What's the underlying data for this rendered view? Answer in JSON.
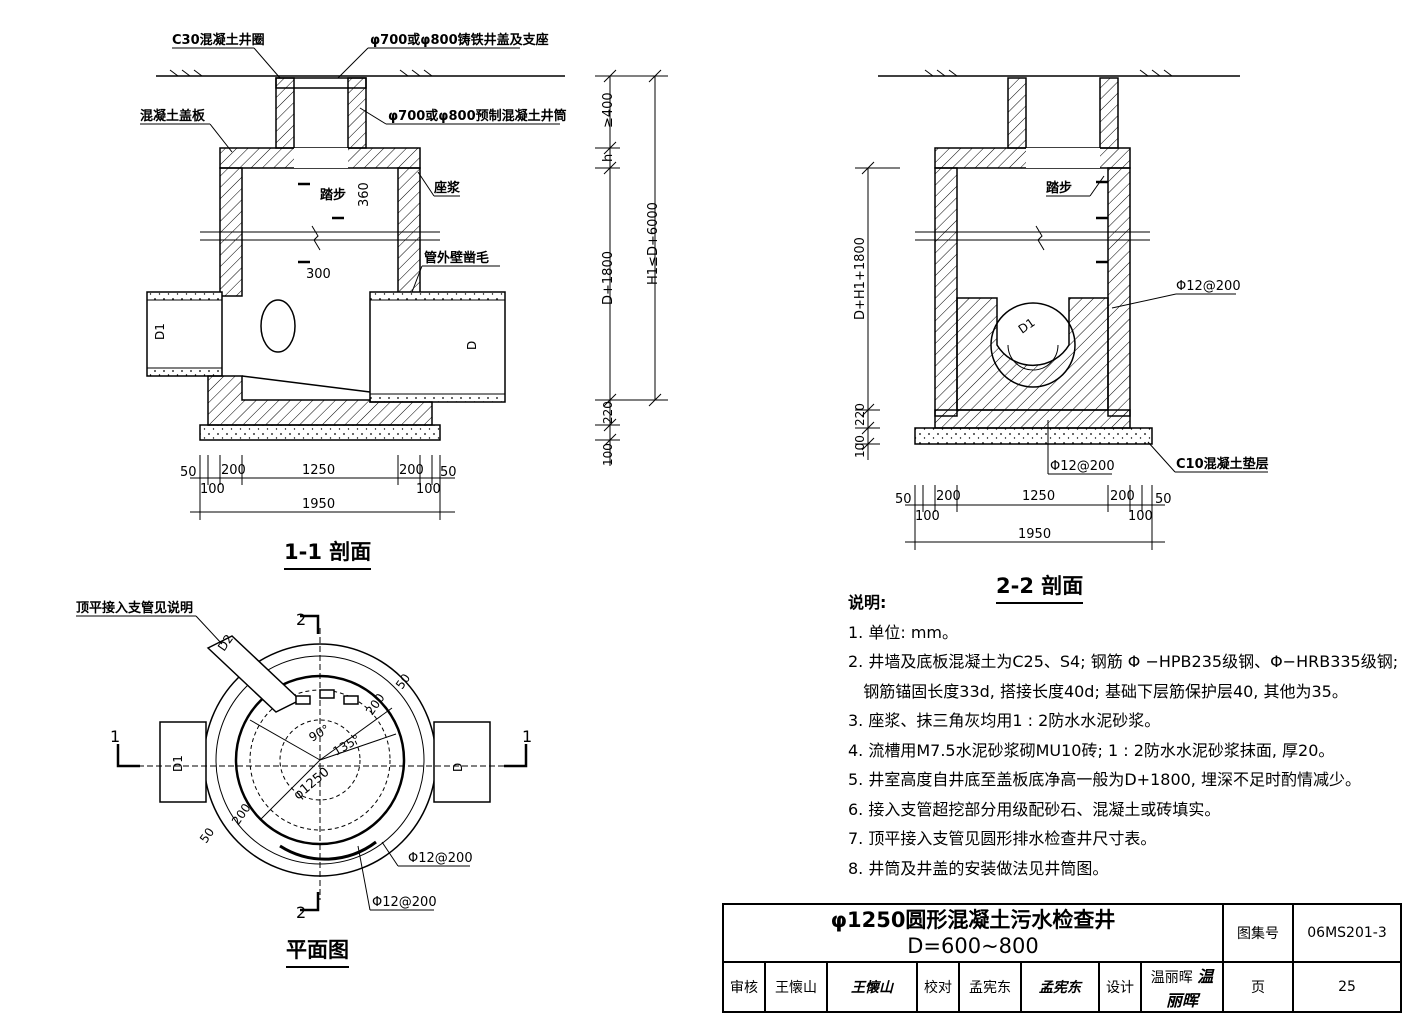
{
  "section_1_1": {
    "title": "1-1 剖面",
    "labels": {
      "ring": "C30混凝土井圈",
      "cover": "φ700或φ800铸铁井盖及支座",
      "slab": "混凝土盖板",
      "shaft": "φ700或φ800预制混凝土井筒",
      "step": "踏步",
      "mortar": "座浆",
      "roughen": "管外壁凿毛",
      "pipe_in": "D1",
      "pipe_out": "D"
    },
    "dims": {
      "d360": "360",
      "d300": "300",
      "d400": "≥400",
      "dh": "h",
      "dD1800": "D+1800",
      "dH1": "H1≤D+6000",
      "d220": "220",
      "d100v": "100",
      "b50a": "50",
      "b200a": "200",
      "b1250": "1250",
      "b200b": "200",
      "b50b": "50",
      "b100a": "100",
      "b100b": "100",
      "b1950": "1950"
    }
  },
  "section_2_2": {
    "title": "2-2 剖面",
    "labels": {
      "step": "踏步",
      "rebar_top": "Φ12@200",
      "rebar_bottom": "Φ12@200",
      "pipe": "D1",
      "cushion": "C10混凝土垫层"
    },
    "dims": {
      "dH": "D+H1+1800",
      "d220": "220",
      "d100": "100",
      "b50a": "50",
      "b200a": "200",
      "b1250": "1250",
      "b200b": "200",
      "b50b": "50",
      "b100a": "100",
      "b100b": "100",
      "b1950": "1950"
    }
  },
  "plan": {
    "title": "平面图",
    "labels": {
      "branch_note": "顶平接入支管见说明",
      "cut2_top": "2",
      "cut2_bottom": "2",
      "cut1_left": "1",
      "cut1_right": "1",
      "d2": "D2",
      "d1": "D1",
      "d": "D",
      "a90": "90°",
      "a135": "135°",
      "dia": "φ1250",
      "r200a": "200",
      "r200b": "200",
      "r50a": "50",
      "r50b": "50",
      "rebar1": "Φ12@200",
      "rebar2": "Φ12@200"
    }
  },
  "notes": {
    "heading": "说明:",
    "items": [
      "1. 单位: mm。",
      "2. 井墙及底板混凝土为C25、S4; 钢筋 Φ −HPB235级钢、Φ−HRB335级钢;",
      "   钢筋锚固长度33d, 搭接长度40d; 基础下层筋保护层40, 其他为35。",
      "3. 座浆、抹三角灰均用1 : 2防水水泥砂浆。",
      "4. 流槽用M7.5水泥砂浆砌MU10砖; 1 : 2防水水泥砂浆抹面, 厚20。",
      "5. 井室高度自井底至盖板底净高一般为D+1800, 埋深不足时酌情减少。",
      "6. 接入支管超挖部分用级配砂石、混凝土或砖填实。",
      "7. 顶平接入支管见圆形排水检查井尺寸表。",
      "8. 井筒及井盖的安装做法见井筒图。"
    ]
  },
  "title_block": {
    "title_line1": "φ1250圆形混凝土污水检查井",
    "title_line2": "D=600~800",
    "atlas_label": "图集号",
    "atlas_no": "06MS201-3",
    "page_label": "页",
    "page_no": "25",
    "review_label": "审核",
    "review_name": "王懐山",
    "check_label": "校对",
    "check_name": "孟宪东",
    "design_label": "设计",
    "design_name": "温丽晖",
    "sig1": "王懐山",
    "sig2": "孟宪东",
    "sig3": "温丽晖"
  }
}
